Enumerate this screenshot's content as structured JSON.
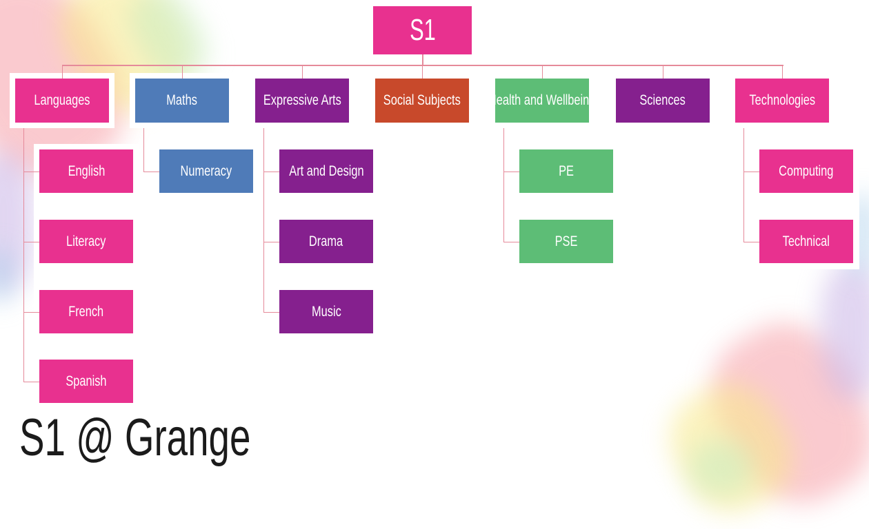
{
  "root": {
    "label": "S1",
    "color": "#e8318f"
  },
  "title": "S1 @ Grange",
  "line_color": "#e58a9a",
  "categories": [
    {
      "label": "Languages",
      "color": "#e8318f",
      "children": [
        "English",
        "Literacy",
        "French",
        "Spanish"
      ]
    },
    {
      "label": "Maths",
      "color": "#4f7bb8",
      "children": [
        "Numeracy"
      ]
    },
    {
      "label": "Expressive Arts",
      "color": "#85208e",
      "children": [
        "Art and Design",
        "Drama",
        "Music"
      ]
    },
    {
      "label": "Social Subjects",
      "color": "#c8492b",
      "children": []
    },
    {
      "label": "Health and Wellbeing",
      "color": "#5dbd76",
      "children": [
        "PE",
        "PSE"
      ]
    },
    {
      "label": "Sciences",
      "color": "#85208e",
      "children": []
    },
    {
      "label": "Technologies",
      "color": "#e8318f",
      "children": [
        "Computing",
        "Technical"
      ]
    }
  ]
}
